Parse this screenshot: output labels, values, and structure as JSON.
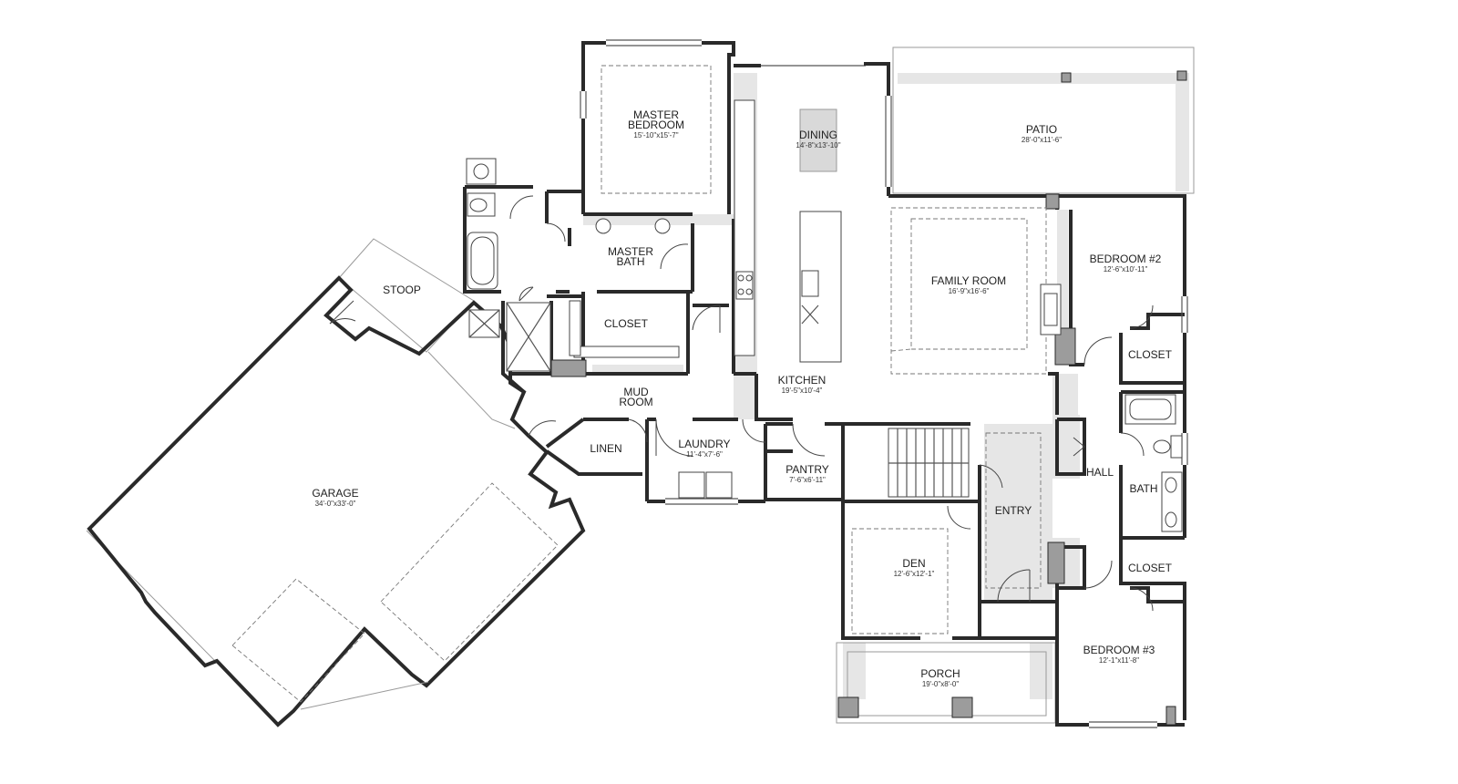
{
  "rooms": {
    "master_bedroom": {
      "name1": "MASTER",
      "name2": "BEDROOM",
      "dim": "15'-10\"x15'-7\""
    },
    "dining": {
      "name": "DINING",
      "dim": "14'-8\"x13'-10\""
    },
    "patio": {
      "name": "PATIO",
      "dim": "28'-0\"x11'-6\""
    },
    "master_bath": {
      "name1": "MASTER",
      "name2": "BATH"
    },
    "family_room": {
      "name": "FAMILY ROOM",
      "dim": "16'-9\"x16'-6\""
    },
    "bedroom2": {
      "name": "BEDROOM #2",
      "dim": "12'-6\"x10'-11\""
    },
    "stoop": {
      "name": "STOOP"
    },
    "closet_master": {
      "name": "CLOSET"
    },
    "closet_bed2": {
      "name": "CLOSET"
    },
    "kitchen": {
      "name": "KITCHEN",
      "dim": "19'-5\"x10'-4\""
    },
    "mud_room": {
      "name1": "MUD",
      "name2": "ROOM"
    },
    "laundry": {
      "name": "LAUNDRY",
      "dim": "11'-4\"x7'-6\""
    },
    "linen": {
      "name": "LINEN"
    },
    "pantry": {
      "name": "PANTRY",
      "dim": "7'-6\"x6'-11\""
    },
    "hall": {
      "name": "HALL"
    },
    "bath": {
      "name": "BATH"
    },
    "garage": {
      "name": "GARAGE",
      "dim": "34'-0\"x33'-0\""
    },
    "entry": {
      "name": "ENTRY"
    },
    "den": {
      "name": "DEN",
      "dim": "12'-6\"x12'-1\""
    },
    "closet_bed3": {
      "name": "CLOSET"
    },
    "bedroom3": {
      "name": "BEDROOM #3",
      "dim": "12'-1\"x11'-8\""
    },
    "porch": {
      "name": "PORCH",
      "dim": "19'-0\"x8'-0\""
    }
  }
}
